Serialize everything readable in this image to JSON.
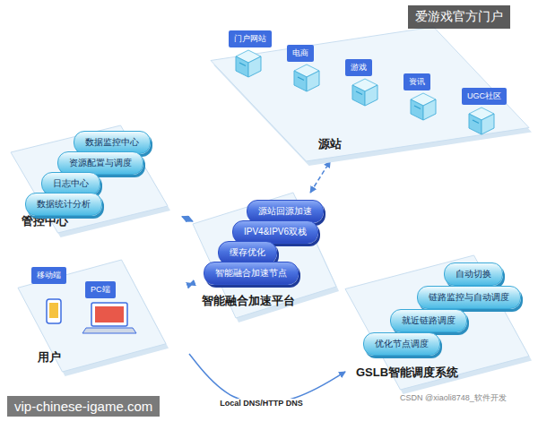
{
  "diagram": {
    "nodes": [
      {
        "text": [
          "源站"
        ]
      },
      {
        "text": [
          "门户网站"
        ],
        "in": 0
      },
      {
        "text": [
          "电商"
        ],
        "in": 0
      },
      {
        "text": [
          "游戏"
        ],
        "in": 0
      },
      {
        "text": [
          "资讯"
        ],
        "in": 0
      },
      {
        "text": [
          "UGC社区"
        ],
        "in": 0
      },
      {
        "text": [
          "管控中心"
        ]
      },
      {
        "text": [
          "数据监控中心"
        ],
        "in": 6
      },
      {
        "text": [
          "资源配置与调度"
        ],
        "in": 6
      },
      {
        "text": [
          "日志中心"
        ],
        "in": 6
      },
      {
        "text": [
          "数据统计分析"
        ],
        "in": 6
      },
      {
        "text": [
          "智能融合加速平台"
        ]
      },
      {
        "text": [
          "源站回源加速"
        ],
        "in": 11
      },
      {
        "text": [
          "IPV4&IPV6双栈"
        ],
        "in": 11
      },
      {
        "text": [
          "缓存优化"
        ],
        "in": 11
      },
      {
        "text": [
          "智能融合加速节点"
        ],
        "in": 11
      },
      {
        "text": [
          "用户"
        ]
      },
      {
        "text": [
          "移动端"
        ],
        "in": 16
      },
      {
        "text": [
          "PC端"
        ],
        "in": 16
      },
      {
        "text": [
          "GSLB智能调度系统"
        ]
      },
      {
        "text": [
          "自动切换"
        ],
        "in": 19
      },
      {
        "text": [
          "链路监控与自动调度"
        ],
        "in": 19
      },
      {
        "text": [
          "就近链路调度"
        ],
        "in": 19
      },
      {
        "text": [
          "优化节点调度"
        ],
        "in": 19
      }
    ],
    "edges": [
      {
        "from": 6,
        "to": 11,
        "arrow": "both"
      },
      {
        "from": 11,
        "to": 0,
        "arrow": "both"
      },
      {
        "from": 16,
        "to": 11,
        "arrow": "both"
      },
      {
        "from": 16,
        "to": 19,
        "label": "Local DNS/HTTP DNS",
        "arrow": "to"
      }
    ],
    "labels": [
      "爱游戏官方门户",
      "vip-chinese-igame.com",
      "CSDN @xiaoli8748_软件开发"
    ]
  }
}
